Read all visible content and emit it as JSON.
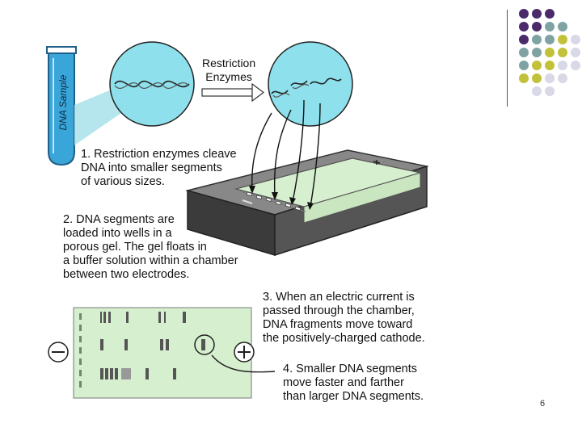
{
  "header": {
    "enzyme_label_line1": "Restriction",
    "enzyme_label_line2": "Enzymes",
    "tube_label": "DNA Sample"
  },
  "steps": [
    {
      "lines": [
        "1. Restriction enzymes cleave",
        "DNA into smaller segments",
        "of various sizes."
      ]
    },
    {
      "lines": [
        "2. DNA segments are",
        "loaded into wells in a",
        "porous gel.  The gel floats in",
        "a buffer solution within a chamber",
        "between two electrodes."
      ]
    },
    {
      "lines": [
        "3. When an electric current is",
        "passed through the chamber,",
        "DNA fragments move toward",
        "the positively-charged cathode."
      ]
    },
    {
      "lines": [
        "4. Smaller DNA segments",
        "move faster and farther",
        "than larger DNA segments."
      ]
    }
  ],
  "electrodes": {
    "negative": "−",
    "positive": "+"
  },
  "page_number": "6",
  "colors": {
    "purple": "#4a2a6b",
    "teal": "#7fa3a3",
    "olive": "#c2c23a",
    "lavender": "#d8d8e6",
    "sample_blue": "#3aa5d8",
    "circle_cyan": "#8ee0ec",
    "gel_green": "#d6f0cf"
  }
}
